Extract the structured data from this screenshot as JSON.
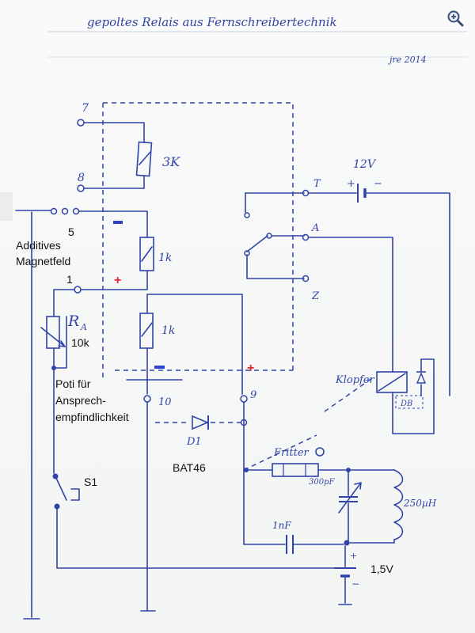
{
  "title": "gepoltes Relais aus Fernschreibertechnik",
  "signature": "jre 2014",
  "terminals": {
    "t7": "7",
    "t8": "8",
    "t5": "5",
    "t1": "1",
    "t10": "10",
    "t9": "9",
    "T": "T",
    "A": "A",
    "Z": "Z"
  },
  "components": {
    "r3k": "3K",
    "r1k_top": "1k",
    "r1k_mid": "1k",
    "ra": "R",
    "ra_sub": "A",
    "ra_value": "10k",
    "battery_12v": "12V",
    "battery_1v5": "1,5V",
    "klopfer": "Klopfer",
    "db": "DB",
    "fritter": "Fritter",
    "cap_var": "300pF",
    "inductor": "250µH",
    "cap_fixed": "1nF",
    "diode_label": "D1",
    "diode_type": "BAT46",
    "switch": "S1"
  },
  "annotations": {
    "additives_line1": "Additives",
    "additives_line2": "Magnetfeld",
    "poti_line1": "Poti für",
    "poti_line2": "Ansprech-",
    "poti_line3": "empfindlichkeit"
  },
  "signs": {
    "plus": "+",
    "minus": "−",
    "bat_plus": "+",
    "bat_minus": "−"
  },
  "icons": {
    "zoom": "zoom-in-icon"
  }
}
